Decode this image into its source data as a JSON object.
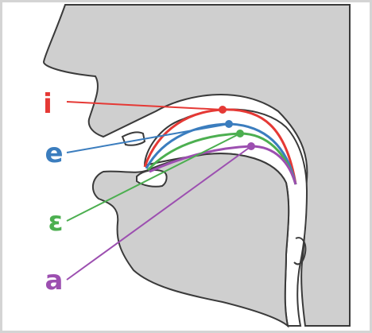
{
  "labels": {
    "i": "i",
    "e": "e",
    "epsilon": "ɛ",
    "a": "a"
  },
  "colors": {
    "frame": "#d4d4d4",
    "head": "#cfcfcf",
    "outline": "#3a3a3a",
    "i": "#e53935",
    "e": "#3b7dbe",
    "epsilon": "#4caf50",
    "a": "#9c4fb0"
  },
  "icons": {
    "i": "tongue-position-i",
    "e": "tongue-position-e",
    "epsilon": "tongue-position-epsilon",
    "a": "tongue-position-a"
  }
}
